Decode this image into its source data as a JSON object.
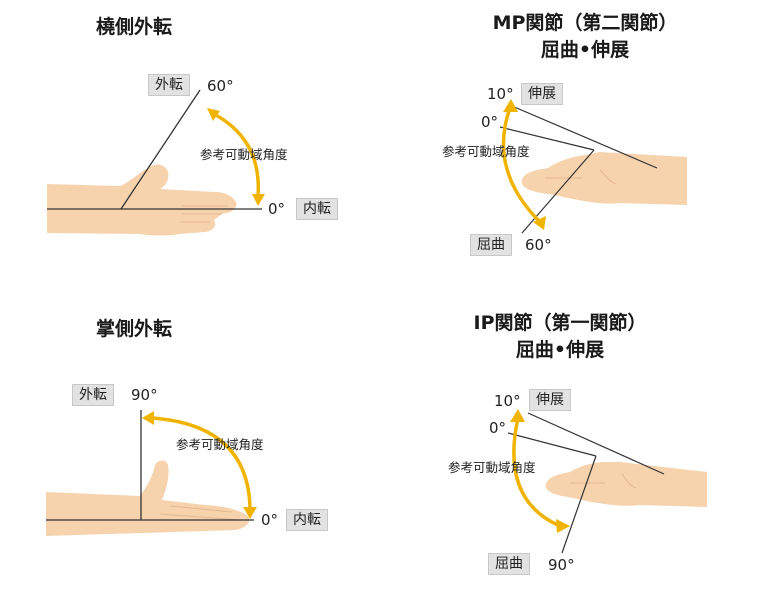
{
  "panels": [
    {
      "title": "橈側外転",
      "caption": "参考可動域角度",
      "end_tag": "外転",
      "end_angle": "60°",
      "start_tag": "内転",
      "start_angle": "0°"
    },
    {
      "title_line1": "MP関節（第二関節）",
      "title_line2": "屈曲•伸展",
      "caption": "参考可動域角度",
      "ext_angle": "10°",
      "ext_tag": "伸展",
      "zero_angle": "0°",
      "flex_tag": "屈曲",
      "flex_angle": "60°"
    },
    {
      "title": "掌側外転",
      "caption": "参考可動域角度",
      "end_tag": "外転",
      "end_angle": "90°",
      "start_tag": "内転",
      "start_angle": "0°"
    },
    {
      "title_line1": "IP関節（第一関節）",
      "title_line2": "屈曲•伸展",
      "caption": "参考可動域角度",
      "ext_angle": "10°",
      "ext_tag": "伸展",
      "zero_angle": "0°",
      "flex_tag": "屈曲",
      "flex_angle": "90°"
    }
  ],
  "colors": {
    "skin": "#f6d3ad",
    "skin_line": "#d9ab84",
    "arrow": "#f0b400",
    "line": "#333333"
  }
}
